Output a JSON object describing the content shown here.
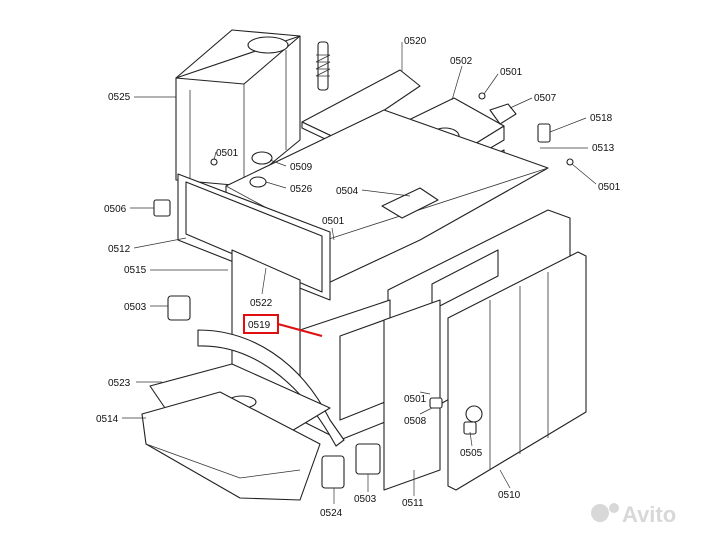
{
  "labels": {
    "l0525": "0525",
    "l0520": "0520",
    "l0502": "0502",
    "l0501a": "0501",
    "l0507": "0507",
    "l0518": "0518",
    "l0513": "0513",
    "l0501b": "0501",
    "l0501c": "0501",
    "l0509": "0509",
    "l0526": "0526",
    "l0504": "0504",
    "l0506": "0506",
    "l0501d": "0501",
    "l0512": "0512",
    "l0515": "0515",
    "l0522": "0522",
    "l0503a": "0503",
    "l0519": "0519",
    "l0523": "0523",
    "l0514": "0514",
    "l0501e": "0501",
    "l0508": "0508",
    "l0505": "0505",
    "l0524": "0524",
    "l0503b": "0503",
    "l0511": "0511",
    "l0510": "0510"
  },
  "watermark": "Avito",
  "colors": {
    "highlight": "#e01010",
    "line": "#222222"
  }
}
